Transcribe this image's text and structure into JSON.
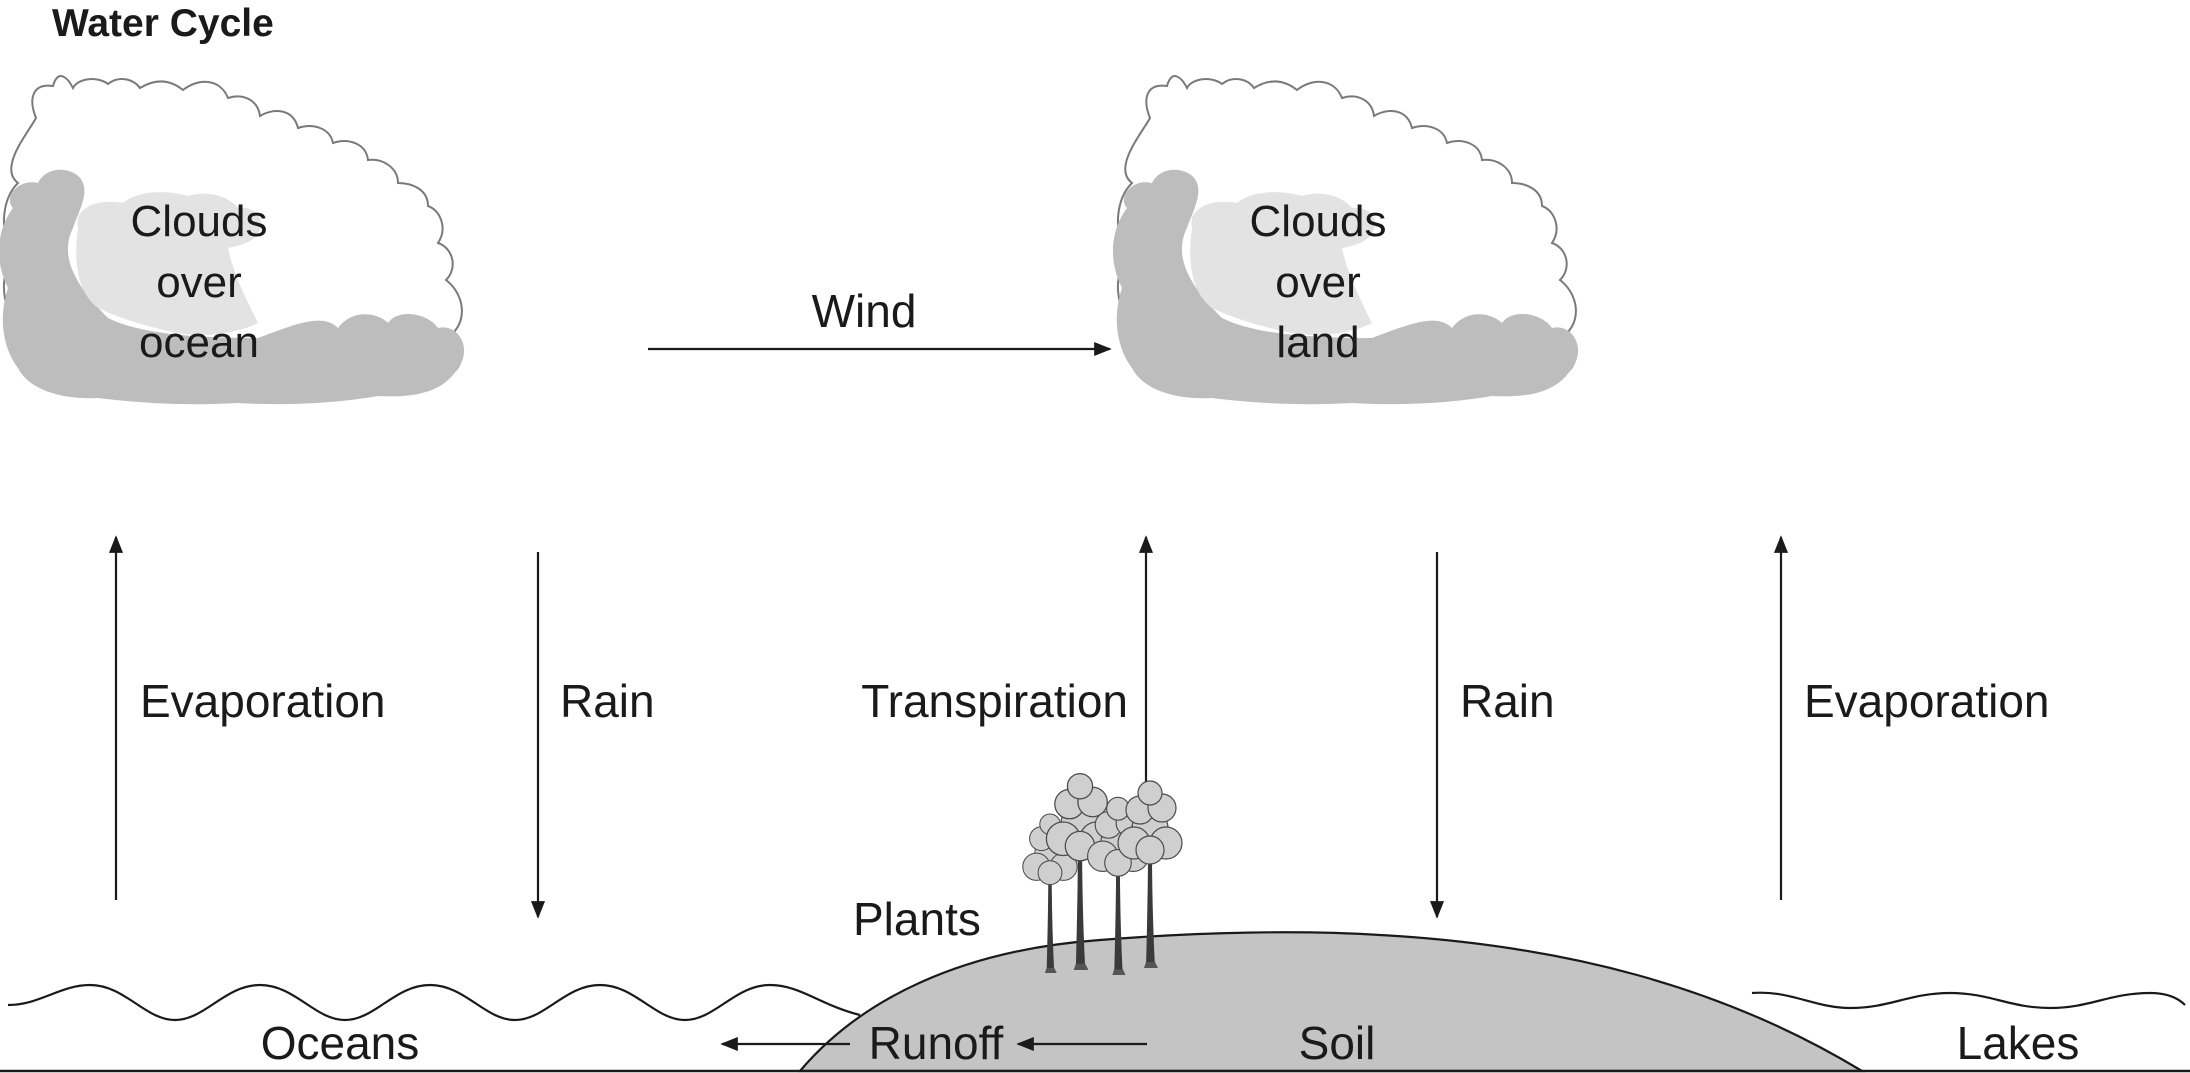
{
  "title": "Water Cycle",
  "clouds": [
    {
      "lines": [
        "Clouds",
        "over",
        "ocean"
      ]
    },
    {
      "lines": [
        "Clouds",
        "over",
        "land"
      ]
    }
  ],
  "labels": {
    "wind": "Wind",
    "evaporation_left": "Evaporation",
    "rain_left": "Rain",
    "transpiration": "Transpiration",
    "rain_right": "Rain",
    "evaporation_right": "Evaporation",
    "plants": "Plants",
    "oceans": "Oceans",
    "runoff": "Runoff",
    "soil": "Soil",
    "lakes": "Lakes"
  },
  "colors": {
    "soil": "#c4c4c4",
    "cloud_shadow": "#bdbdbd",
    "cloud_highlight": "#e3e3e3",
    "ink": "#1a1a1a"
  }
}
